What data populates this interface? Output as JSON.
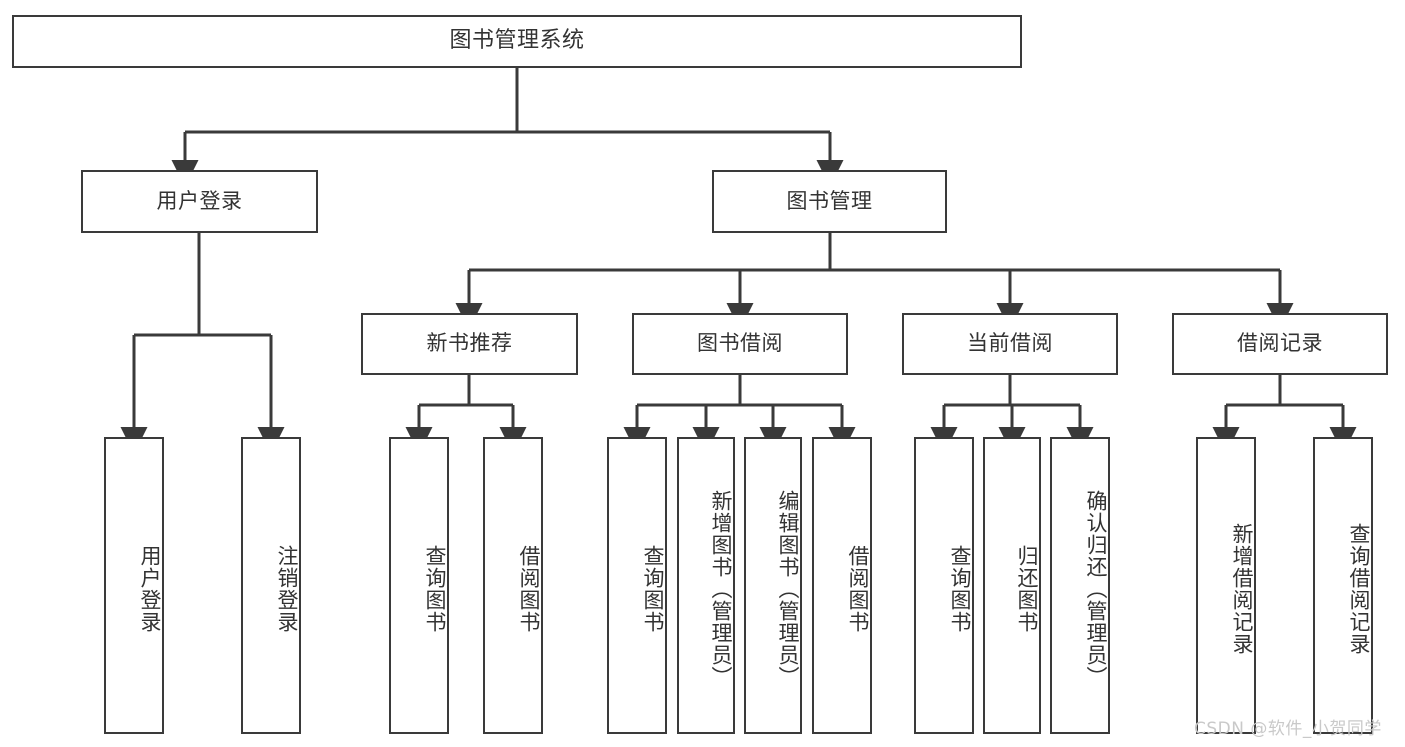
{
  "diagram": {
    "title": "图书管理系统",
    "type": "tree-hierarchy",
    "root": {
      "label": "图书管理系统"
    },
    "level2": [
      {
        "label": "用户登录"
      },
      {
        "label": "图书管理"
      }
    ],
    "level3": [
      {
        "label": "新书推荐"
      },
      {
        "label": "图书借阅"
      },
      {
        "label": "当前借阅"
      },
      {
        "label": "借阅记录"
      }
    ],
    "leaves": {
      "user_login": [
        {
          "label": "用户登录"
        },
        {
          "label": "注销登录"
        }
      ],
      "new_book_recommend": [
        {
          "label": "查询图书"
        },
        {
          "label": "借阅图书"
        }
      ],
      "book_borrow": [
        {
          "label": "查询图书"
        },
        {
          "label": "新增图书（管理员）"
        },
        {
          "label": "编辑图书（管理员）"
        },
        {
          "label": "借阅图书"
        }
      ],
      "current_borrow": [
        {
          "label": "查询图书"
        },
        {
          "label": "归还图书"
        },
        {
          "label": "确认归还（管理员）"
        }
      ],
      "borrow_record": [
        {
          "label": "新增借阅记录"
        },
        {
          "label": "查询借阅记录"
        }
      ]
    }
  },
  "watermark": {
    "text": "CSDN @软件_小贺同学"
  },
  "colors": {
    "stroke": "#3a3a3a",
    "text": "#333333",
    "background": "#ffffff",
    "watermark": "#c9c9c9"
  }
}
